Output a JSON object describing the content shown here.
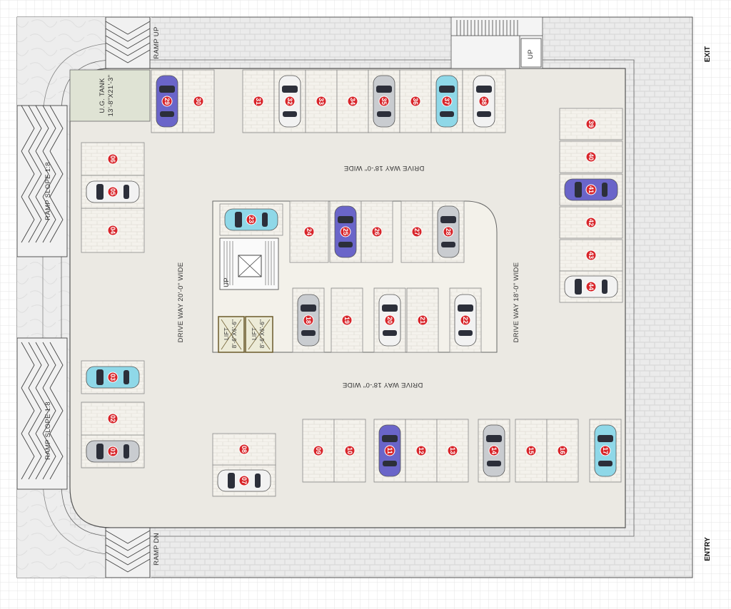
{
  "labels": {
    "exit": "EXIT",
    "entry": "ENTRY",
    "ramp_up": "RAMP UP",
    "ramp_dn": "RAMP DN",
    "ramp_slope_top": "RAMP SLOPE 1:8",
    "ramp_slope_bottom": "RAMP SLOPE 1:8",
    "ug_tank_line1": "U.G. TANK",
    "ug_tank_line2": "13'-8\"X21'-3\"",
    "drive_top": "DRIVE WAY 18'-0\" WIDE",
    "drive_mid": "DRIVE WAY 18'-0\" WIDE",
    "drive_left": "DRIVE WAY 20'-0\" WIDE",
    "drive_right": "DRIVE WAY 18'-0\" WIDE",
    "up_top": "UP",
    "up_stair": "UP",
    "lift1_line1": "LIFT",
    "lift1_line2": "8'-6\"X6'-6\"",
    "lift2_line1": "LIFT",
    "lift2_line2": "8'-6\"X6'-6\""
  },
  "colors": {
    "paving": "#e9e9e9",
    "floor": "#ebe9e3",
    "slot": "#f3f1ea",
    "tank": "#dfe3d4",
    "marker": "#d8252a",
    "car_white": "#f2f2f2",
    "car_silver": "#c9ccd0",
    "car_purple": "#6a65c9",
    "car_cyan": "#8fd8e8"
  },
  "slots": [
    {
      "number": "01",
      "car": "silver"
    },
    {
      "number": "02",
      "car": "none"
    },
    {
      "number": "03",
      "car": "cyan"
    },
    {
      "number": "04",
      "car": "none"
    },
    {
      "number": "05",
      "car": "white"
    },
    {
      "number": "06",
      "car": "none"
    },
    {
      "number": "07",
      "car": "white"
    },
    {
      "number": "08",
      "car": "none"
    },
    {
      "number": "09",
      "car": "none"
    },
    {
      "number": "10",
      "car": "none"
    },
    {
      "number": "11",
      "car": "purple"
    },
    {
      "number": "12",
      "car": "none"
    },
    {
      "number": "13",
      "car": "none"
    },
    {
      "number": "14",
      "car": "silver"
    },
    {
      "number": "15",
      "car": "none"
    },
    {
      "number": "16",
      "car": "none"
    },
    {
      "number": "17",
      "car": "cyan"
    },
    {
      "number": "18",
      "car": "silver"
    },
    {
      "number": "19",
      "car": "none"
    },
    {
      "number": "20",
      "car": "white"
    },
    {
      "number": "21",
      "car": "none"
    },
    {
      "number": "22",
      "car": "white"
    },
    {
      "number": "23",
      "car": "cyan"
    },
    {
      "number": "24",
      "car": "none"
    },
    {
      "number": "25",
      "car": "purple"
    },
    {
      "number": "26",
      "car": "none"
    },
    {
      "number": "27",
      "car": "none"
    },
    {
      "number": "28",
      "car": "silver"
    },
    {
      "number": "29",
      "car": "purple"
    },
    {
      "number": "30",
      "car": "none"
    },
    {
      "number": "31",
      "car": "none"
    },
    {
      "number": "32",
      "car": "white"
    },
    {
      "number": "33",
      "car": "none"
    },
    {
      "number": "34",
      "car": "none"
    },
    {
      "number": "35",
      "car": "silver"
    },
    {
      "number": "36",
      "car": "none"
    },
    {
      "number": "37",
      "car": "cyan"
    },
    {
      "number": "38",
      "car": "white"
    },
    {
      "number": "39",
      "car": "none"
    },
    {
      "number": "40",
      "car": "none"
    },
    {
      "number": "41",
      "car": "purple"
    },
    {
      "number": "42",
      "car": "none"
    },
    {
      "number": "43",
      "car": "none"
    },
    {
      "number": "44",
      "car": "white"
    }
  ]
}
